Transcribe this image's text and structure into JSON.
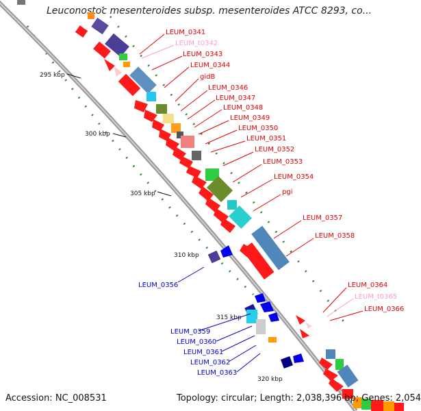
{
  "header": {
    "title": "Leuconostoc mesenteroides subsp. mesenteroides ATCC 8293, co..."
  },
  "footer": {
    "accession": "Accession: NC_008531",
    "summary": "Topology: circular; Length: 2,038,396 bp; Genes: 2,054"
  },
  "colors": {
    "backbone": "#999999",
    "forward_label": "#e00000",
    "trna_label": "#ff99cc",
    "reverse_label": "#0000cc",
    "tick": "#2a8a2a"
  },
  "kbp_ticks": [
    "295 kbp",
    "300 kbp",
    "305 kbp",
    "310 kbp",
    "315 kbp",
    "320 kbp"
  ],
  "gene_labels": [
    {
      "text": "LEUM_0341",
      "strand": "forward"
    },
    {
      "text": "LEUM_t0342",
      "strand": "trna"
    },
    {
      "text": "LEUM_0343",
      "strand": "forward"
    },
    {
      "text": "LEUM_0344",
      "strand": "forward"
    },
    {
      "text": "gidB",
      "strand": "forward"
    },
    {
      "text": "LEUM_0346",
      "strand": "forward"
    },
    {
      "text": "LEUM_0347",
      "strand": "forward"
    },
    {
      "text": "LEUM_0348",
      "strand": "forward"
    },
    {
      "text": "LEUM_0349",
      "strand": "forward"
    },
    {
      "text": "LEUM_0350",
      "strand": "forward"
    },
    {
      "text": "LEUM_0351",
      "strand": "forward"
    },
    {
      "text": "LEUM_0352",
      "strand": "forward"
    },
    {
      "text": "LEUM_0353",
      "strand": "forward"
    },
    {
      "text": "LEUM_0354",
      "strand": "forward"
    },
    {
      "text": "pgi",
      "strand": "forward"
    },
    {
      "text": "LEUM_0357",
      "strand": "forward"
    },
    {
      "text": "LEUM_0358",
      "strand": "forward"
    },
    {
      "text": "LEUM_0364",
      "strand": "forward"
    },
    {
      "text": "LEUM_t0365",
      "strand": "trna"
    },
    {
      "text": "LEUM_0366",
      "strand": "forward"
    },
    {
      "text": "LEUM_0356",
      "strand": "reverse"
    },
    {
      "text": "LEUM_0359",
      "strand": "reverse"
    },
    {
      "text": "LEUM_0360",
      "strand": "reverse"
    },
    {
      "text": "LEUM_0361",
      "strand": "reverse"
    },
    {
      "text": "LEUM_0362",
      "strand": "reverse"
    },
    {
      "text": "LEUM_0363",
      "strand": "reverse"
    }
  ]
}
